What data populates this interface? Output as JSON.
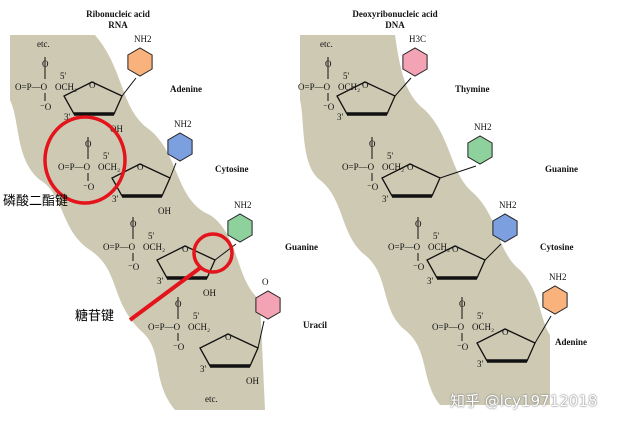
{
  "rna": {
    "title": "Ribonucleic acid",
    "subtitle": "RNA",
    "bases": [
      {
        "name": "Adenine",
        "color": "#f9b27c",
        "group": "NH2"
      },
      {
        "name": "Cytosine",
        "color": "#7c9fe0",
        "group": "NH2"
      },
      {
        "name": "Guanine",
        "color": "#8fd19c",
        "group": "NH2"
      },
      {
        "name": "Uracil",
        "color": "#f3a3b4",
        "group": "O"
      }
    ],
    "sugar_substituent": "OH"
  },
  "dna": {
    "title": "Deoxyribonucleic acid",
    "subtitle": "DNA",
    "bases": [
      {
        "name": "Thymine",
        "color": "#f3a3b4",
        "group": "H3C"
      },
      {
        "name": "Guanine",
        "color": "#8fd19c",
        "group": "NH2"
      },
      {
        "name": "Cytosine",
        "color": "#7c9fe0",
        "group": "NH2"
      },
      {
        "name": "Adenine",
        "color": "#f9b27c",
        "group": "NH2"
      }
    ]
  },
  "chem": {
    "etc": "etc.",
    "phosphate": "O=P—O",
    "och2": "OCH₂",
    "o_minus": "⁻O",
    "five_prime": "5'",
    "three_prime": "3'",
    "o": "O"
  },
  "annotations": {
    "phosphodiester_bond": "磷酸二酯键",
    "glycosidic_bond": "糖苷键",
    "highlight_color": "#e3141c"
  },
  "backbone_color": "#cdc9b3",
  "watermark": "知乎 @lcy19712018"
}
